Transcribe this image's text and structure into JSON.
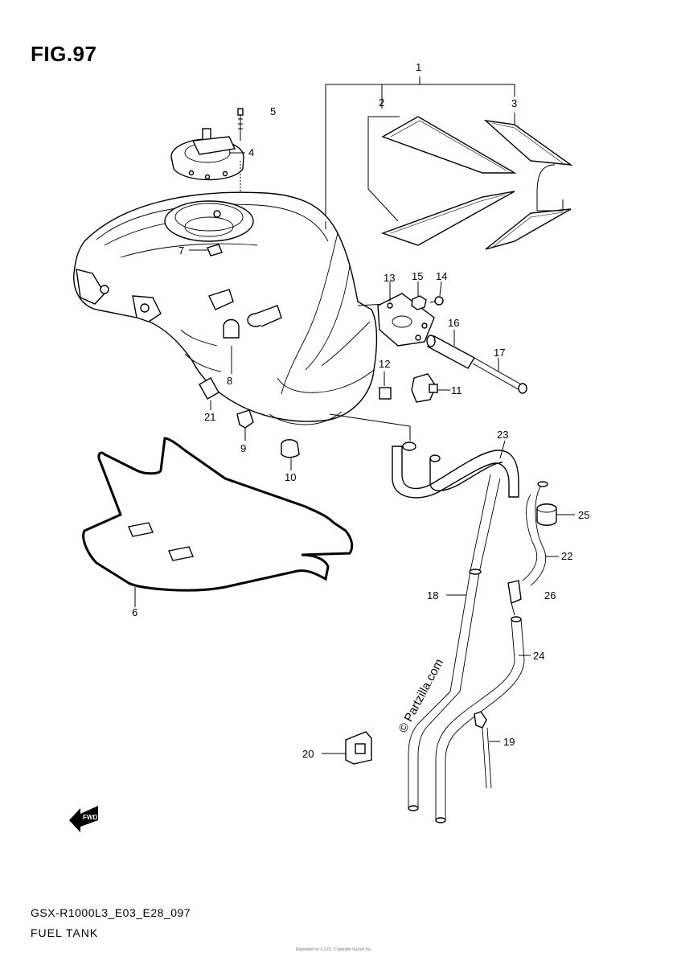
{
  "figure": {
    "title": "FIG.97",
    "model_code": "GSX-R1000L3_E03_E28_097",
    "section_name": "FUEL TANK",
    "copyright_small": "Repeated no 1-1-01. Copyright Suzuki Inc.",
    "watermark": "© Partzilla.com",
    "forward_arrow_label": "FWD"
  },
  "callouts": [
    {
      "id": "1",
      "label": "1"
    },
    {
      "id": "2",
      "label": "2"
    },
    {
      "id": "3",
      "label": "3"
    },
    {
      "id": "4",
      "label": "4"
    },
    {
      "id": "5",
      "label": "5"
    },
    {
      "id": "6",
      "label": "6"
    },
    {
      "id": "7",
      "label": "7"
    },
    {
      "id": "8",
      "label": "8"
    },
    {
      "id": "9",
      "label": "9"
    },
    {
      "id": "10",
      "label": "10"
    },
    {
      "id": "11",
      "label": "11"
    },
    {
      "id": "12",
      "label": "12"
    },
    {
      "id": "13",
      "label": "13"
    },
    {
      "id": "14",
      "label": "14"
    },
    {
      "id": "15",
      "label": "15"
    },
    {
      "id": "16",
      "label": "16"
    },
    {
      "id": "17",
      "label": "17"
    },
    {
      "id": "18",
      "label": "18"
    },
    {
      "id": "19",
      "label": "19"
    },
    {
      "id": "20",
      "label": "20"
    },
    {
      "id": "21",
      "label": "21"
    },
    {
      "id": "22",
      "label": "22"
    },
    {
      "id": "23",
      "label": "23"
    },
    {
      "id": "24",
      "label": "24"
    },
    {
      "id": "25",
      "label": "25"
    },
    {
      "id": "26",
      "label": "26"
    }
  ]
}
